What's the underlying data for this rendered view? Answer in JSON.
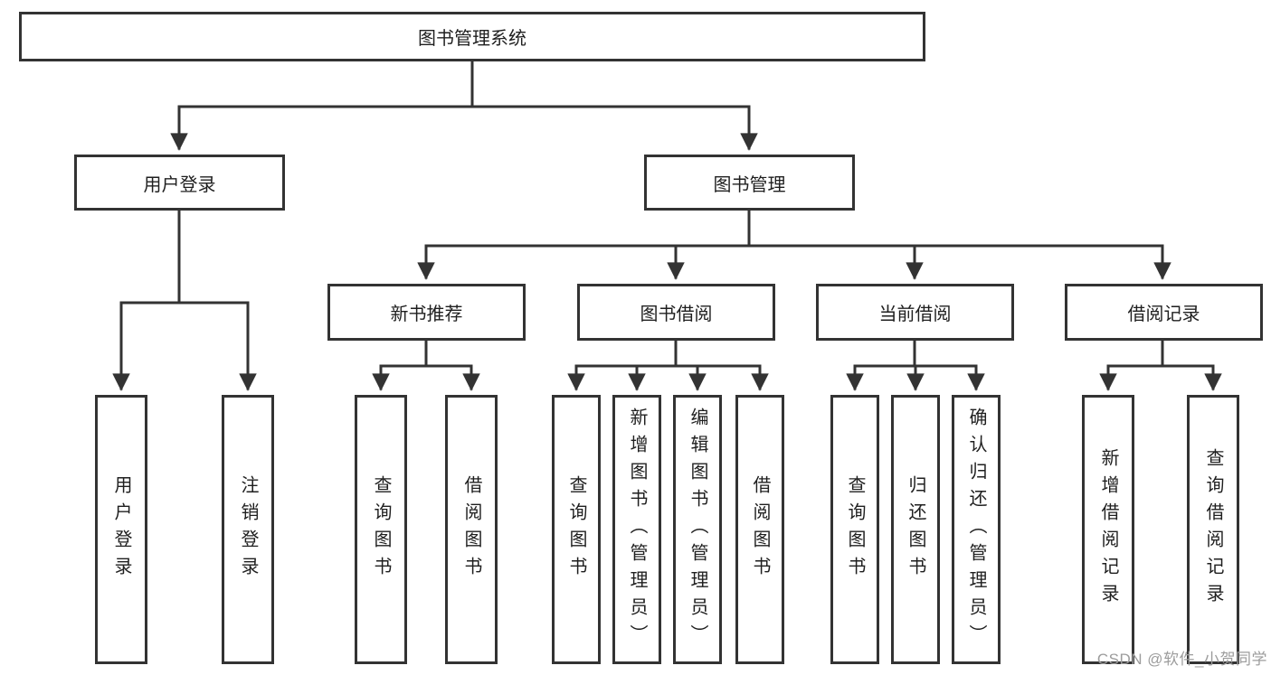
{
  "tree": {
    "label": "图书管理系统",
    "children": [
      {
        "label": "用户登录",
        "children": [
          {
            "label": "用户登录"
          },
          {
            "label": "注销登录"
          }
        ]
      },
      {
        "label": "图书管理",
        "children": [
          {
            "label": "新书推荐",
            "children": [
              {
                "label": "查询图书"
              },
              {
                "label": "借阅图书"
              }
            ]
          },
          {
            "label": "图书借阅",
            "children": [
              {
                "label": "查询图书"
              },
              {
                "label": "新增图书（管理员）"
              },
              {
                "label": "编辑图书（管理员）"
              },
              {
                "label": "借阅图书"
              }
            ]
          },
          {
            "label": "当前借阅",
            "children": [
              {
                "label": "查询图书"
              },
              {
                "label": "归还图书"
              },
              {
                "label": "确认归还（管理员）"
              }
            ]
          },
          {
            "label": "借阅记录",
            "children": [
              {
                "label": "新增借阅记录"
              },
              {
                "label": "查询借阅记录"
              }
            ]
          }
        ]
      }
    ]
  },
  "watermark": {
    "text": "CSDN @软件_小贺同学"
  },
  "colors": {
    "line": "#333333",
    "box_border": "#333333",
    "text": "#1f1f1f",
    "background": "#ffffff",
    "watermark": "#9c9c9c"
  }
}
